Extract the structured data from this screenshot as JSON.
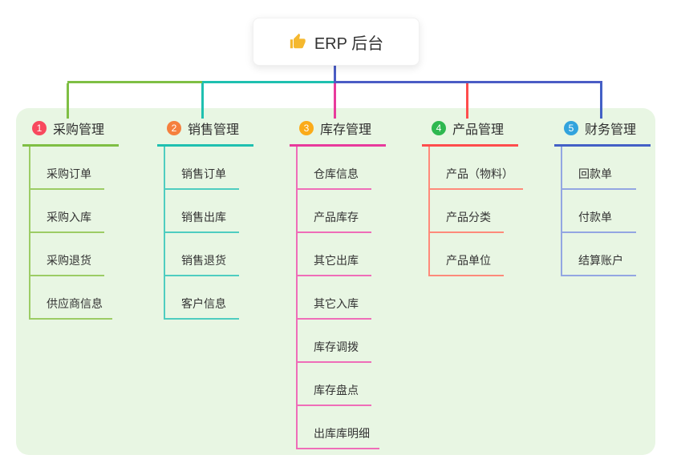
{
  "root": {
    "title": "ERP 后台",
    "icon": "thumbs-up-icon",
    "icon_color": "#f5b82e"
  },
  "connectors": {
    "stem_color": "#4a5cc5",
    "bus_left_color": "#7fbf44",
    "bus_mid_color": "#1fc0b0",
    "bus_right_color": "#4a5cc5"
  },
  "panel_color": "#e8f6e3",
  "branches": [
    {
      "badge": "1",
      "label": "采购管理",
      "badge_color": "#f8495e",
      "line_color": "#7fbf44",
      "child_line_color": "#9ccc65",
      "children": [
        "采购订单",
        "采购入库",
        "采购退货",
        "供应商信息"
      ]
    },
    {
      "badge": "2",
      "label": "销售管理",
      "badge_color": "#f5803e",
      "line_color": "#1fc0b0",
      "child_line_color": "#4ecdc0",
      "children": [
        "销售订单",
        "销售出库",
        "销售退货",
        "客户信息"
      ]
    },
    {
      "badge": "3",
      "label": "库存管理",
      "badge_color": "#fbab19",
      "line_color": "#e83a9c",
      "child_line_color": "#ef6db8",
      "children": [
        "仓库信息",
        "产品库存",
        "其它出库",
        "其它入库",
        "库存调拨",
        "库存盘点",
        "出库库明细"
      ]
    },
    {
      "badge": "4",
      "label": "产品管理",
      "badge_color": "#2eb850",
      "line_color": "#ff4d4d",
      "child_line_color": "#ff8a7a",
      "children": [
        "产品（物料）",
        "产品分类",
        "产品单位"
      ]
    },
    {
      "badge": "5",
      "label": "财务管理",
      "badge_color": "#32a3dd",
      "line_color": "#4360c6",
      "child_line_color": "#93a6e2",
      "children": [
        "回款单",
        "付款单",
        "结算账户"
      ]
    }
  ]
}
